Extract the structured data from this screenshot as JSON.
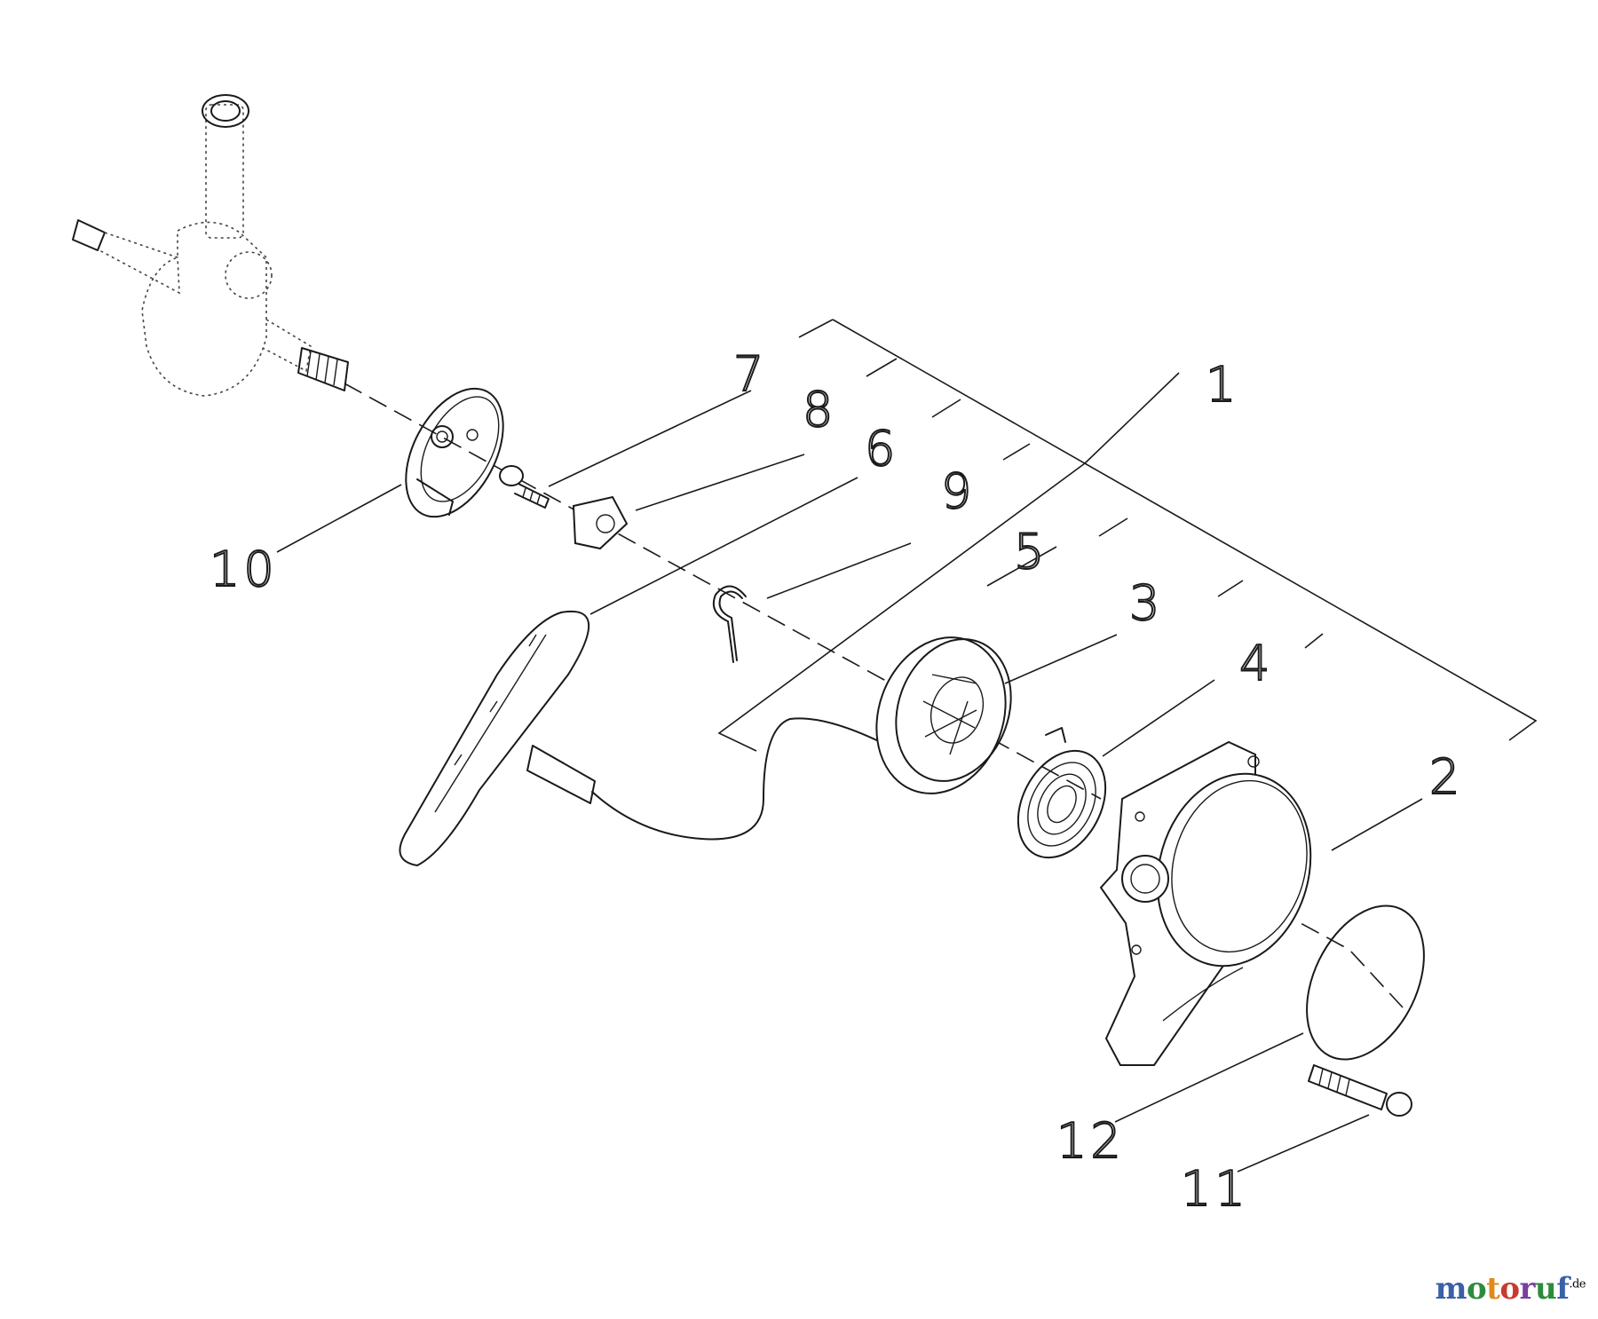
{
  "callouts": {
    "c1": "1",
    "c2": "2",
    "c3": "3",
    "c4": "4",
    "c5": "5",
    "c6": "6",
    "c7": "7",
    "c8": "8",
    "c9": "9",
    "c10": "10",
    "c11": "11",
    "c12": "12"
  },
  "watermark": {
    "letters": [
      "m",
      "o",
      "t",
      "o",
      "r",
      "u",
      "f"
    ],
    "colors": [
      "#3b5fa8",
      "#2d8c3c",
      "#e08a1e",
      "#c83a2e",
      "#7a3fa0",
      "#2d8c3c",
      "#3b5fa8"
    ],
    "suffix": ".de"
  }
}
